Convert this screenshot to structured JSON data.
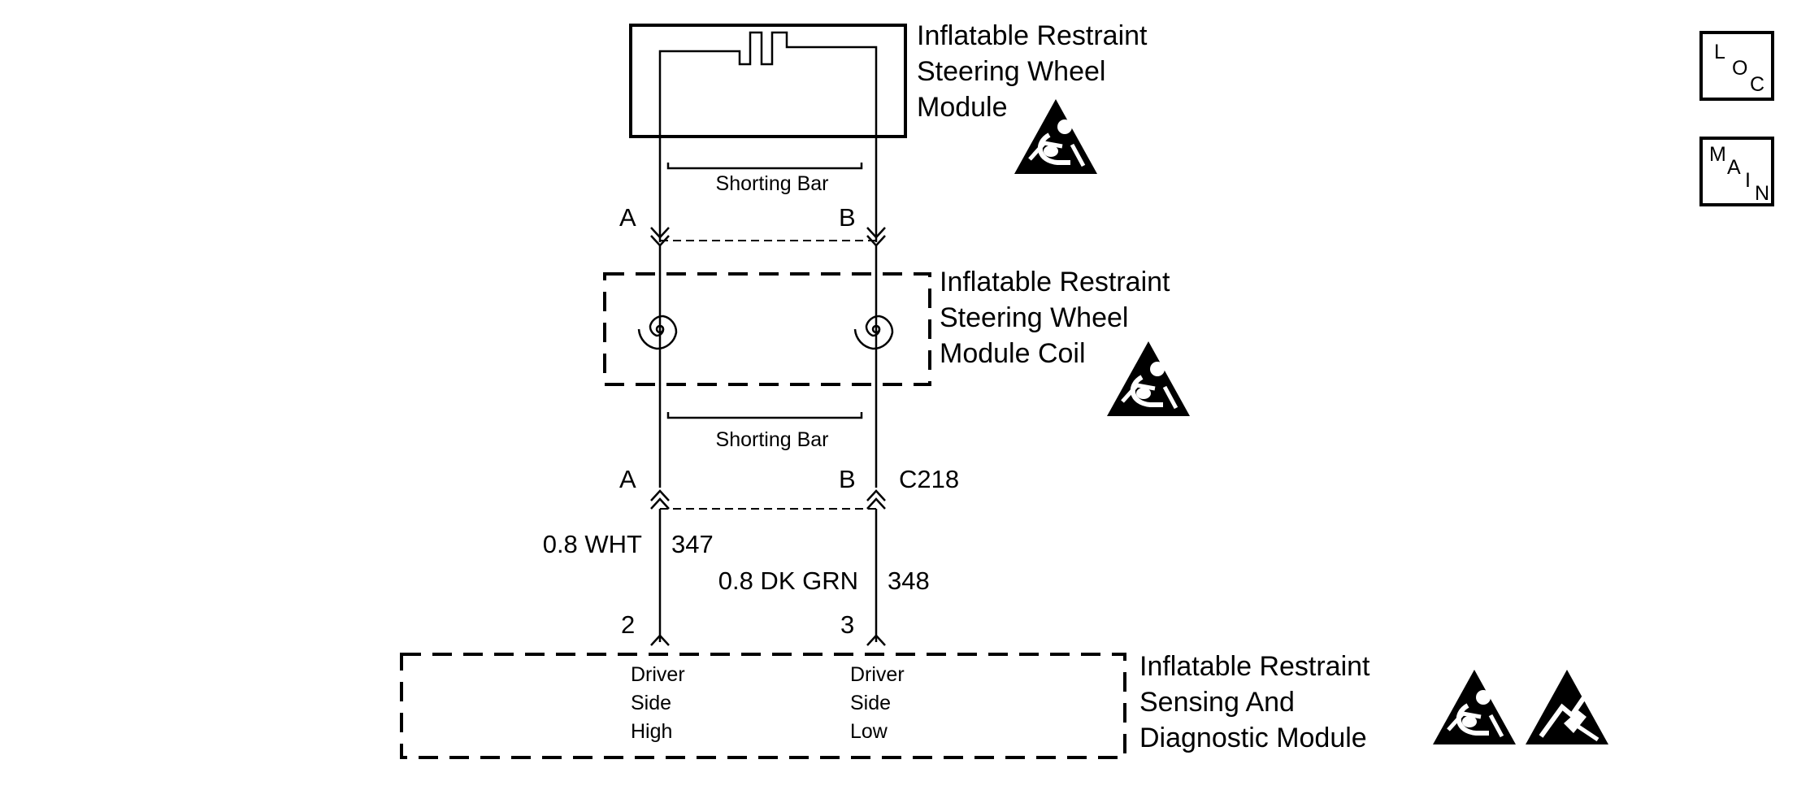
{
  "components": {
    "steering_wheel_module": [
      "Inflatable Restraint",
      "Steering Wheel",
      "Module"
    ],
    "module_coil": [
      "Inflatable Restraint",
      "Steering Wheel",
      "Module Coil"
    ],
    "sdm": [
      "Inflatable Restraint",
      "Sensing And",
      "Diagnostic Module"
    ]
  },
  "shorting_bar": "Shorting Bar",
  "connectors": {
    "upper": {
      "left_pin": "A",
      "right_pin": "B"
    },
    "lower": {
      "left_pin": "A",
      "right_pin": "B",
      "name": "C218"
    },
    "sdm": {
      "left_pin": "2",
      "right_pin": "3"
    }
  },
  "wires": [
    {
      "gauge_color": "0.8 WHT",
      "circuit": "347"
    },
    {
      "gauge_color": "0.8 DK GRN",
      "circuit": "348"
    }
  ],
  "sdm_pins": [
    [
      "Driver",
      "Side",
      "High"
    ],
    [
      "Driver",
      "Side",
      "Low"
    ]
  ],
  "nav": {
    "loc": [
      "L",
      "O",
      "C"
    ],
    "main": [
      "M",
      "A",
      "I",
      "N"
    ]
  },
  "icons": [
    "airbag-warning-icon",
    "esd-warning-icon"
  ]
}
